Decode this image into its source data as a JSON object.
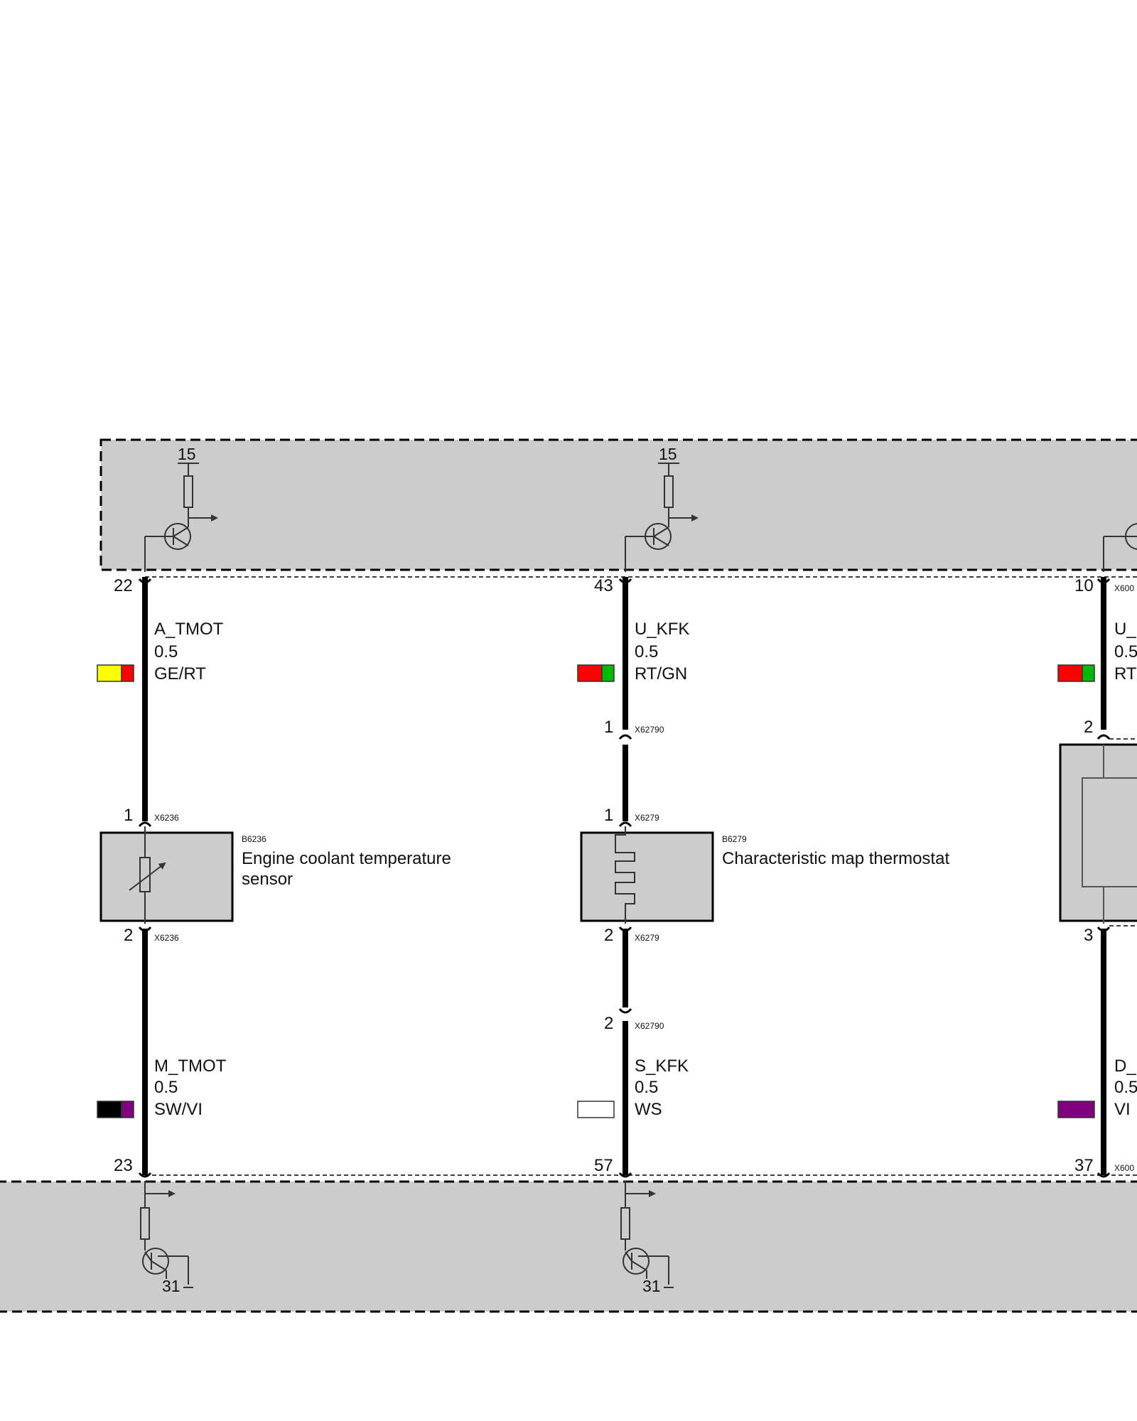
{
  "top_module": {
    "supply_labels": [
      "15",
      "15"
    ]
  },
  "bottom_module": {
    "ground_labels": [
      "31",
      "31"
    ]
  },
  "circuits": [
    {
      "id": "c1",
      "top_pin": "22",
      "bottom_pin": "23",
      "upper_wire": {
        "signal": "A_TMOT",
        "gauge": "0.5",
        "color_code": "GE/RT",
        "colors": [
          "#ffff00",
          "#ff0000"
        ]
      },
      "lower_wire": {
        "signal": "M_TMOT",
        "gauge": "0.5",
        "color_code": "SW/VI",
        "colors": [
          "#000000",
          "#800080"
        ]
      },
      "component": {
        "id": "B6236",
        "name_line1": "Engine coolant temperature",
        "name_line2": "sensor",
        "connector": "X6236",
        "pin_top": "1",
        "pin_bottom": "2",
        "symbol": "variable-resistor"
      }
    },
    {
      "id": "c2",
      "top_pin": "43",
      "bottom_pin": "57",
      "upper_wire": {
        "signal": "U_KFK",
        "gauge": "0.5",
        "color_code": "RT/GN",
        "colors": [
          "#ff0000",
          "#00bb00"
        ]
      },
      "lower_wire": {
        "signal": "S_KFK",
        "gauge": "0.5",
        "color_code": "WS",
        "colors": [
          "#ffffff"
        ]
      },
      "inline_connector": {
        "id": "X62790",
        "pin_top": "1",
        "pin_bottom": "2"
      },
      "component": {
        "id": "B6279",
        "name_line1": "Characteristic map thermostat",
        "name_line2": "",
        "connector": "X6279",
        "pin_top": "1",
        "pin_bottom": "2",
        "symbol": "heating-element"
      }
    },
    {
      "id": "c3",
      "top_pin": "10",
      "bottom_pin": "37",
      "top_connector": "X600",
      "bottom_connector": "X600",
      "upper_wire": {
        "signal": "U_",
        "gauge": "0.5",
        "color_code": "RT",
        "colors": [
          "#ff0000",
          "#00bb00"
        ]
      },
      "lower_wire": {
        "signal": "D_",
        "gauge": "0.5",
        "color_code": "VI",
        "colors": [
          "#800080"
        ]
      },
      "component": {
        "pin_top": "2",
        "pin_bottom": "3"
      }
    }
  ]
}
